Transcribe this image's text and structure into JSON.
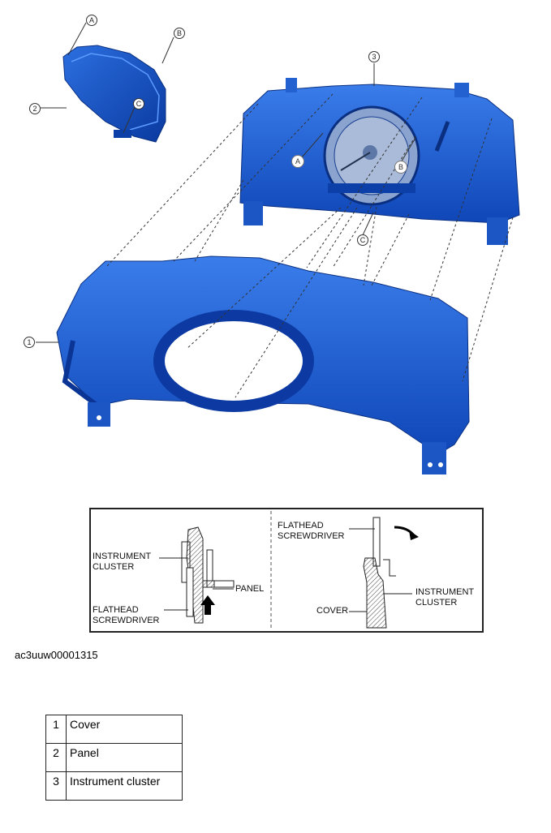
{
  "exploded_view": {
    "callouts": {
      "A_top": "A",
      "B_top": "B",
      "C_top": "C",
      "A_mid": "A",
      "B_mid": "B",
      "C_mid": "C",
      "n1": "1",
      "n2": "2",
      "n3": "3"
    }
  },
  "detail": {
    "left": {
      "instrument_cluster": "INSTRUMENT\nCLUSTER",
      "panel": "PANEL",
      "flathead_screwdriver": "FLATHEAD\nSCREWDRIVER"
    },
    "right": {
      "flathead_screwdriver": "FLATHEAD\nSCREWDRIVER",
      "instrument_cluster": "INSTRUMENT\nCLUSTER",
      "cover": "COVER"
    }
  },
  "figure_code": "ac3uuw00001315",
  "legend": {
    "rows": [
      {
        "num": "1",
        "name": "Cover"
      },
      {
        "num": "2",
        "name": "Panel"
      },
      {
        "num": "3",
        "name": "Instrument cluster"
      }
    ]
  },
  "colors": {
    "part_blue": "#1a5fd6",
    "part_dark": "#0d3fa8"
  }
}
